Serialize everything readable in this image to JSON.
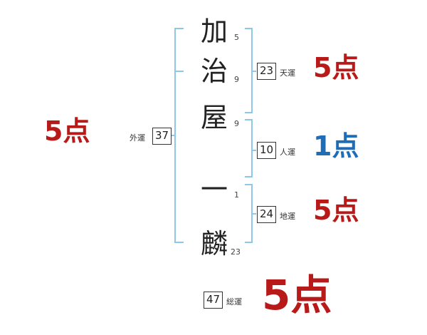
{
  "name_chars": [
    {
      "char": "加",
      "strokes": "5"
    },
    {
      "char": "治",
      "strokes": "9"
    },
    {
      "char": "屋",
      "strokes": "9"
    },
    {
      "char": "一",
      "strokes": "1"
    },
    {
      "char": "麟",
      "strokes": "23"
    }
  ],
  "gaiun": {
    "value": "37",
    "label": "外運",
    "score": "5点"
  },
  "tenun": {
    "value": "23",
    "label": "天運",
    "score": "5点"
  },
  "jinun": {
    "value": "10",
    "label": "人運",
    "score": "1点"
  },
  "chiun": {
    "value": "24",
    "label": "地運",
    "score": "5点"
  },
  "souun": {
    "value": "47",
    "label": "総運",
    "score": "5点"
  },
  "colors": {
    "bracket": "#8ec8e8",
    "score_red": "#b81a1a",
    "score_blue": "#1f6db7"
  }
}
